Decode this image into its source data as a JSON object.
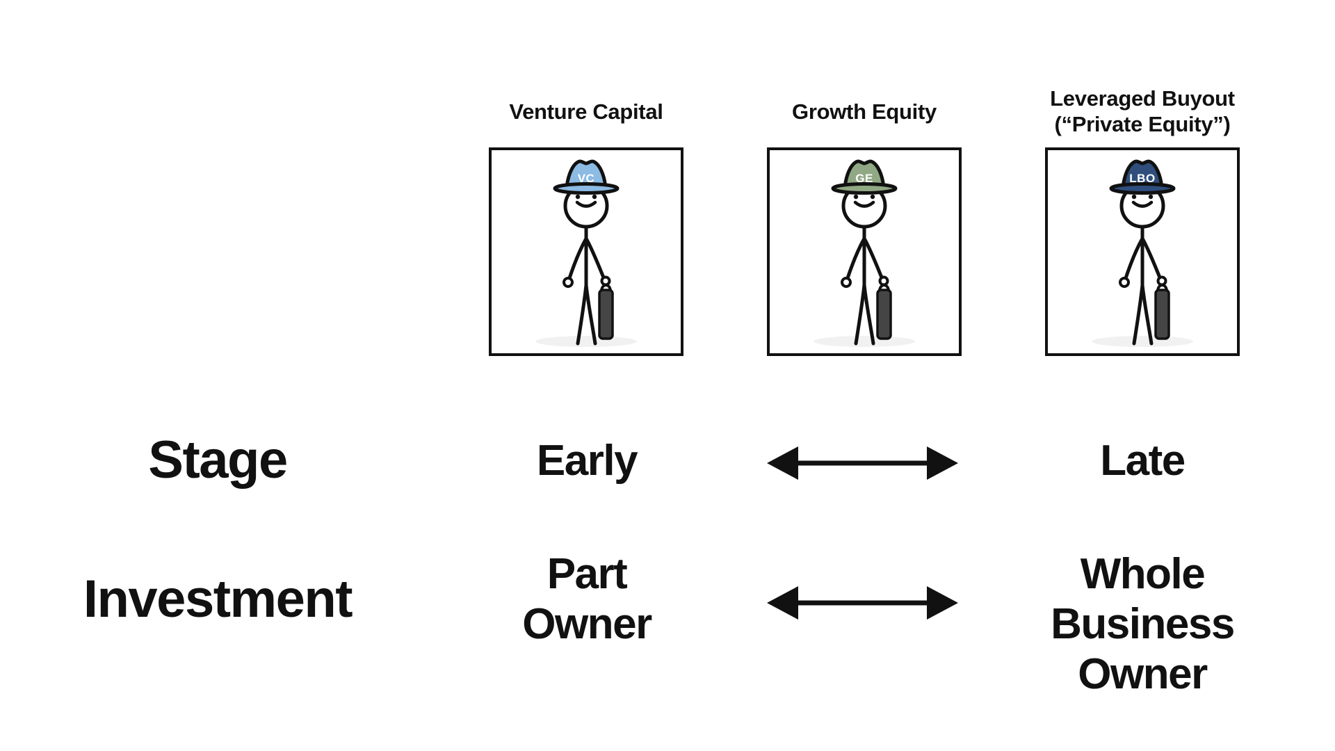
{
  "page": {
    "background_color": "#ffffff",
    "text_color": "#111111"
  },
  "figures": [
    {
      "title": "Venture Capital",
      "hat_label": "VC",
      "hat_color": "#8cbbe4"
    },
    {
      "title": "Growth Equity",
      "hat_label": "GE",
      "hat_color": "#91a884"
    },
    {
      "title": "Leveraged Buyout\n(“Private Equity”)",
      "hat_label": "LBO",
      "hat_color": "#2f4e7c"
    }
  ],
  "figure_style": {
    "briefcase_color": "#454545",
    "shadow_color": "#f1f1f1",
    "outline_color": "#111111",
    "hat_label_color": "#ffffff"
  },
  "rows": [
    {
      "label": "Stage",
      "left_value": "Early",
      "right_value": "Late"
    },
    {
      "label": "Investment",
      "left_value": "Part\nOwner",
      "right_value": "Whole\nBusiness\nOwner"
    }
  ]
}
